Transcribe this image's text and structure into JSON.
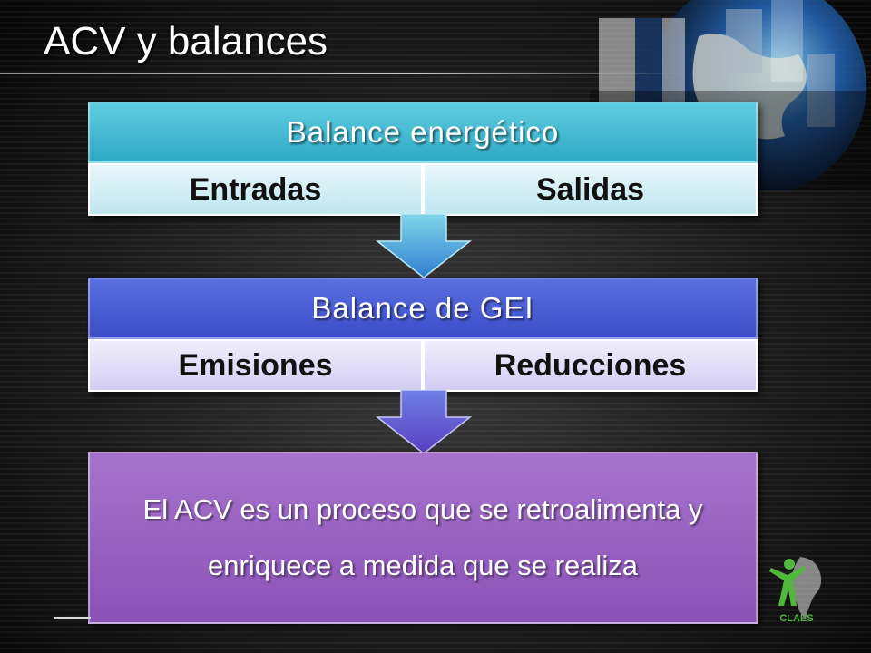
{
  "slide": {
    "title": "ACV y balances"
  },
  "block1": {
    "header": "Balance  energético",
    "cells": [
      "Entradas",
      "Salidas"
    ],
    "color": "#3fb8cf"
  },
  "block2": {
    "header": "Balance  de  GEI",
    "cells": [
      "Emisiones",
      "Reducciones"
    ],
    "color": "#4659d2"
  },
  "block3": {
    "text": "El  ACV  es  un  proceso  que  se retroalimenta  y  enriquece  a  medida que  se  realiza",
    "color": "#9660c0"
  },
  "logo": {
    "text": "CLAES",
    "color": "#4fb83a",
    "icon": "person-south-america-icon"
  },
  "decor": {
    "icon": "globe-network-icon"
  }
}
